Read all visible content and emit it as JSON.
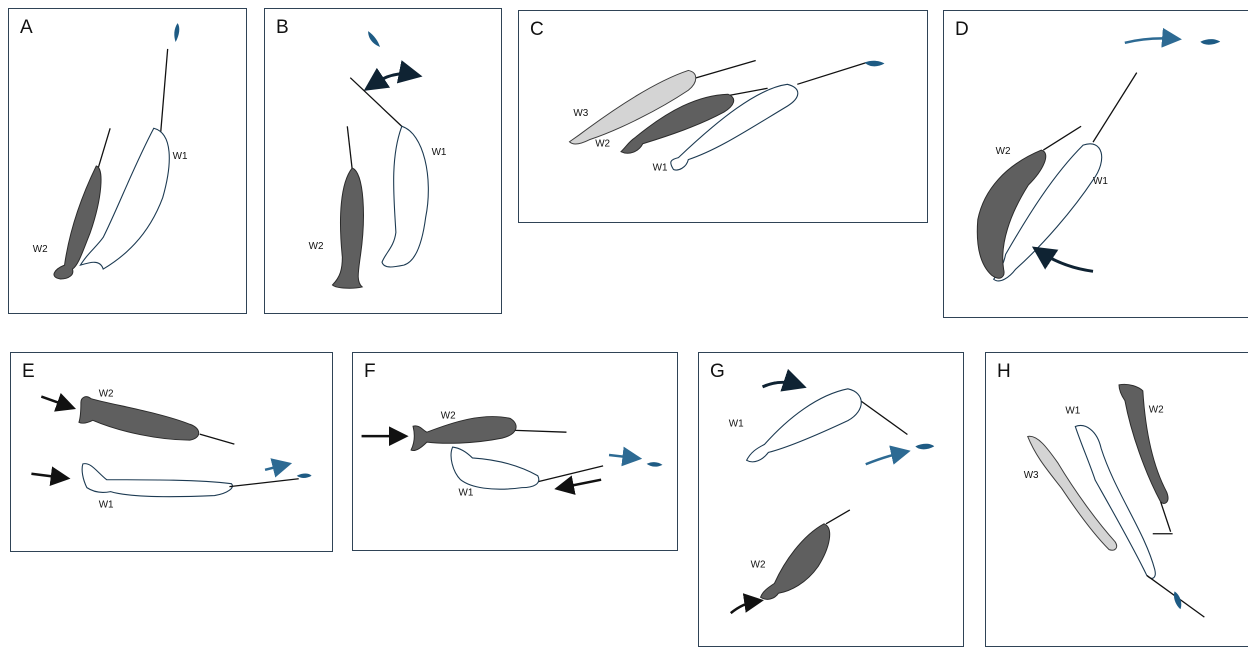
{
  "panels": [
    {
      "id": "A",
      "labels": [
        "W1",
        "W2"
      ]
    },
    {
      "id": "B",
      "labels": [
        "W1",
        "W2"
      ]
    },
    {
      "id": "C",
      "labels": [
        "W3",
        "W2",
        "W1"
      ]
    },
    {
      "id": "D",
      "labels": [
        "W2",
        "W1"
      ]
    },
    {
      "id": "E",
      "labels": [
        "W2",
        "W1"
      ]
    },
    {
      "id": "F",
      "labels": [
        "W2",
        "W1"
      ]
    },
    {
      "id": "G",
      "labels": [
        "W1",
        "W2"
      ]
    },
    {
      "id": "H",
      "labels": [
        "W1",
        "W2",
        "W3"
      ]
    }
  ],
  "colors": {
    "border": "#2f4356",
    "dark_whale": "#5f5f5f",
    "light_whale": "#ffffff",
    "grey_whale": "#d4d4d4",
    "fish": "#1e5b84",
    "arrow_dark": "#0f2333",
    "arrow_blue": "#2d6a93"
  },
  "icons": [
    "narwhal-dark",
    "narwhal-light",
    "narwhal-grey",
    "fish-icon",
    "arrow-icon",
    "double-arrow-icon"
  ]
}
